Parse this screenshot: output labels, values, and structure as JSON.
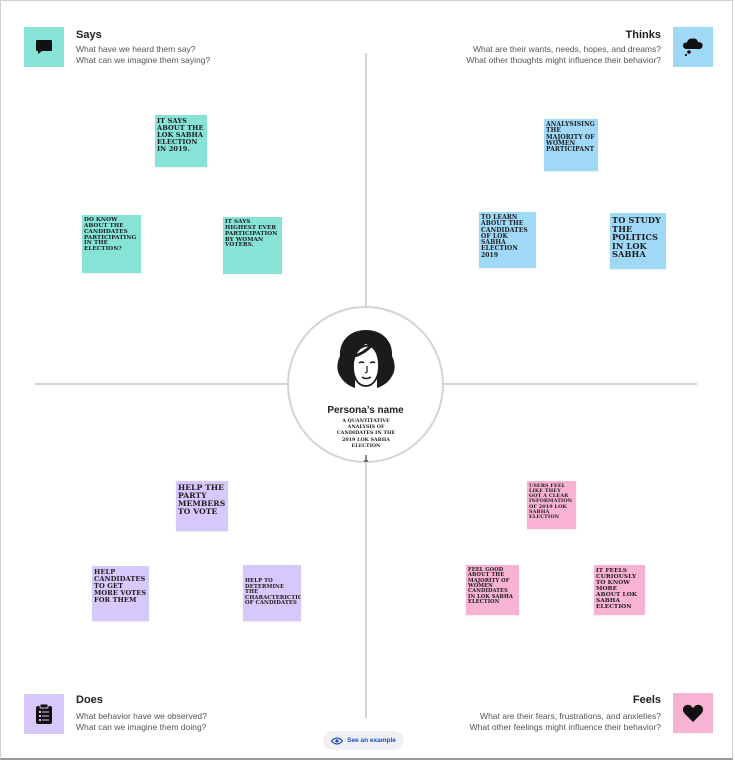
{
  "quadrants": {
    "says": {
      "title": "Says",
      "line1": "What have we heard them say?",
      "line2": "What can we imagine them saying?",
      "icon": "speech-bubble-icon",
      "color": "#86e3d6"
    },
    "thinks": {
      "title": "Thinks",
      "line1": "What are their wants, needs, hopes, and dreams?",
      "line2": "What other thoughts might influence their behavior?",
      "icon": "thought-cloud-icon",
      "color": "#a0d8f8"
    },
    "does": {
      "title": "Does",
      "line1": "What behavior have we observed?",
      "line2": "What can we imagine them doing?",
      "icon": "clipboard-icon",
      "color": "#d7c8fb"
    },
    "feels": {
      "title": "Feels",
      "line1": "What are their fears, frustrations, and anxieties?",
      "line2": "What other feelings might influence their behavior?",
      "icon": "heart-icon",
      "color": "#f8b3d2"
    }
  },
  "notes": {
    "says": [
      "IT SAYS ABOUT THE LOK SABHA ELECTION IN 2019.",
      "DO KNOW ABOUT THE CANDIDATES PARTICIPATING IN THE ELECTION?",
      "IT SAYS HIGHEST EVER PARTICIPATION BY WOMAN VOTERS."
    ],
    "thinks": [
      "ANALYSISING THE MAJORITY OF WOMEN PARTICIPANT",
      "TO LEARN ABOUT THE CANDIDATES OF LOK SABHA ELECTION 2019",
      "TO STUDY THE POLITICS IN LOK SABHA"
    ],
    "does": [
      "HELP THE PARTY MEMBERS TO VOTE",
      "HELP CANDIDATES TO GET MORE VOTES FOR THEM",
      "HELP TO DETERMINE THE CHARACTERICTICS OF CANDIDATES"
    ],
    "feels": [
      "USERS FEEL LIKE THEY GOT A CLEAR INFORMATION OF 2019 LOK SABHA ELECTION",
      "FEEL GOOD ABOUT THE MAJORITY OF WOMEN CANDIDATES IN LOK SABHA ELECTION",
      "IT FEELS CURIOUSLY TO KNOW MORE ABOUT LOK SABHA ELECTION"
    ]
  },
  "persona": {
    "name": "Persona’s name",
    "description": "A QUANTITATIVE ANALYSIS OF CANDIDATES IN THE 2019 LOK SABHA ELECTION",
    "avatar_icon": "persona-avatar-icon"
  },
  "example_button": {
    "label": "See an example",
    "icon": "eye-icon"
  }
}
